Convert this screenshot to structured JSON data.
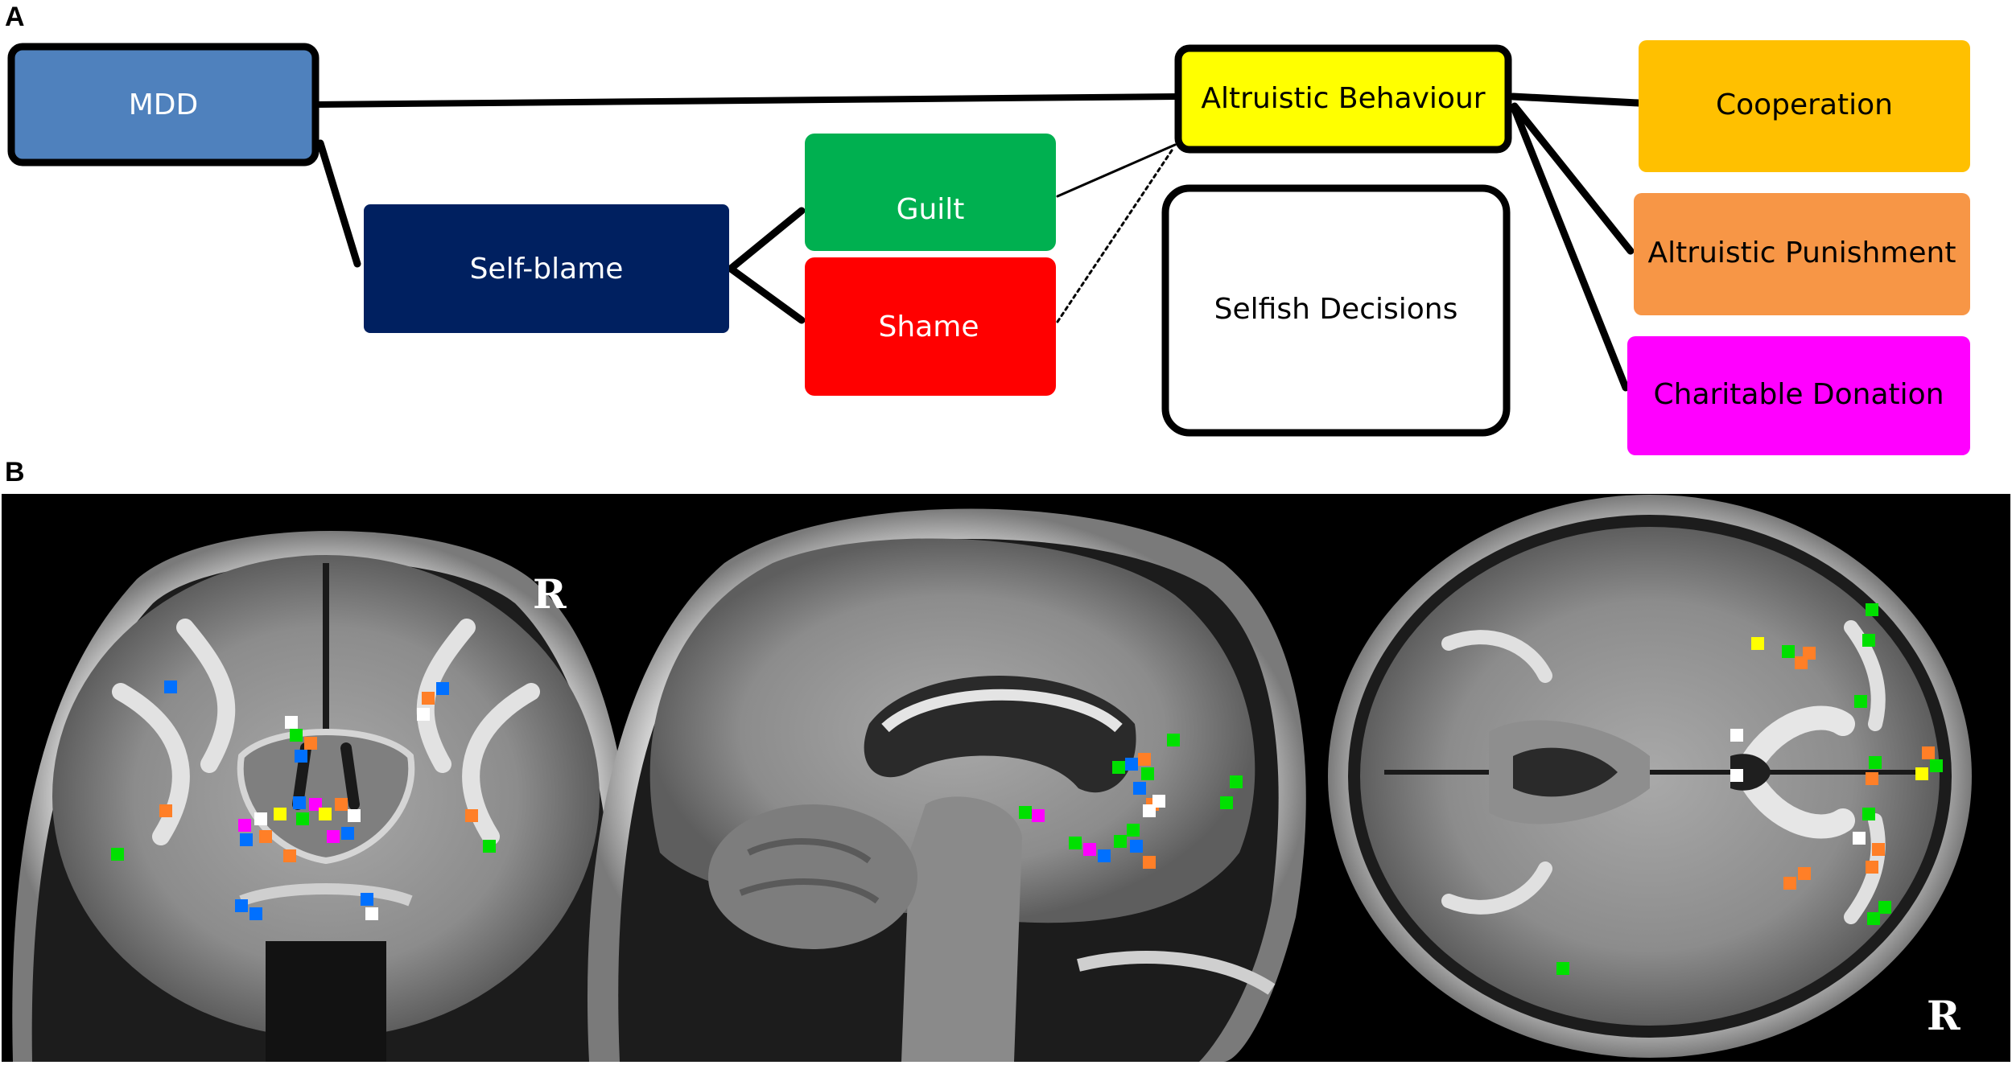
{
  "panels": {
    "a": "A",
    "b": "B"
  },
  "nodes": {
    "mdd": {
      "label": "MDD",
      "fill": "#4f81bd",
      "text": "#ffffff"
    },
    "self_blame": {
      "label": "Self-blame",
      "fill": "#002060",
      "text": "#ffffff"
    },
    "guilt": {
      "label": "Guilt",
      "fill": "#00b050",
      "text": "#ffffff"
    },
    "shame": {
      "label": "Shame",
      "fill": "#ff0000",
      "text": "#ffffff"
    },
    "altruistic_behaviour": {
      "label": "Altruistic Behaviour",
      "fill": "#ffff00",
      "text": "#000000"
    },
    "selfish_decisions": {
      "label": "Selfish Decisions",
      "fill": "#ffffff",
      "text": "#000000"
    },
    "cooperation": {
      "label": "Cooperation",
      "fill": "#ffc000",
      "text": "#000000"
    },
    "altruistic_punishment": {
      "label": "Altruistic Punishment",
      "fill": "#f79646",
      "text": "#000000"
    },
    "charitable_donation": {
      "label": "Charitable Donation",
      "fill": "#ff00ff",
      "text": "#000000"
    }
  },
  "brain_views": [
    {
      "view": "coronal",
      "orientation_label": "R"
    },
    {
      "view": "sagittal",
      "orientation_label": ""
    },
    {
      "view": "axial",
      "orientation_label": "R"
    }
  ],
  "marker_colors": {
    "cooperation": "#ff7f27",
    "blue": "#0070ff",
    "green": "#00e000",
    "white": "#ffffff",
    "yellow": "#ffff00",
    "magenta": "#ff00ff"
  }
}
